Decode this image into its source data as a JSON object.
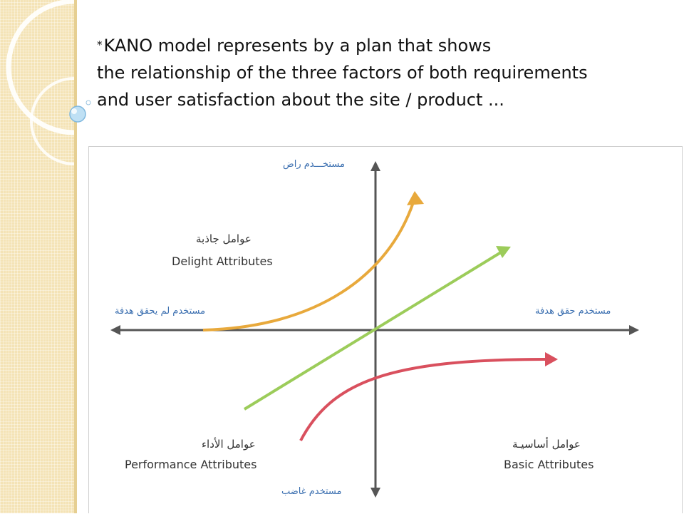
{
  "slide": {
    "title_marker": "*",
    "title_lines": [
      "KANO model represents by a plan that shows",
      "the relationship of the three factors of both requirements",
      "and user satisfaction about the site / product  ..."
    ]
  },
  "diagram": {
    "axis_labels": {
      "top": "مستخـــدم راض",
      "bottom": "مستخدم غاضب",
      "left": "مستخدم لم يحقق هدفة",
      "right": "مستخدم حقق هدفة"
    },
    "quadrants": {
      "delight": {
        "arabic": "عوامل جاذبة",
        "english": "Delight Attributes"
      },
      "performance": {
        "arabic": "عوامل الأداء",
        "english": "Performance Attributes"
      },
      "basic": {
        "arabic": "عوامل أساسيـة",
        "english": "Basic Attributes"
      }
    },
    "colors": {
      "axis": "#555555",
      "delight_curve": "#e8a93c",
      "performance_line": "#9ccc5a",
      "basic_curve": "#d9505e",
      "axis_label": "#3b6fb0"
    }
  }
}
